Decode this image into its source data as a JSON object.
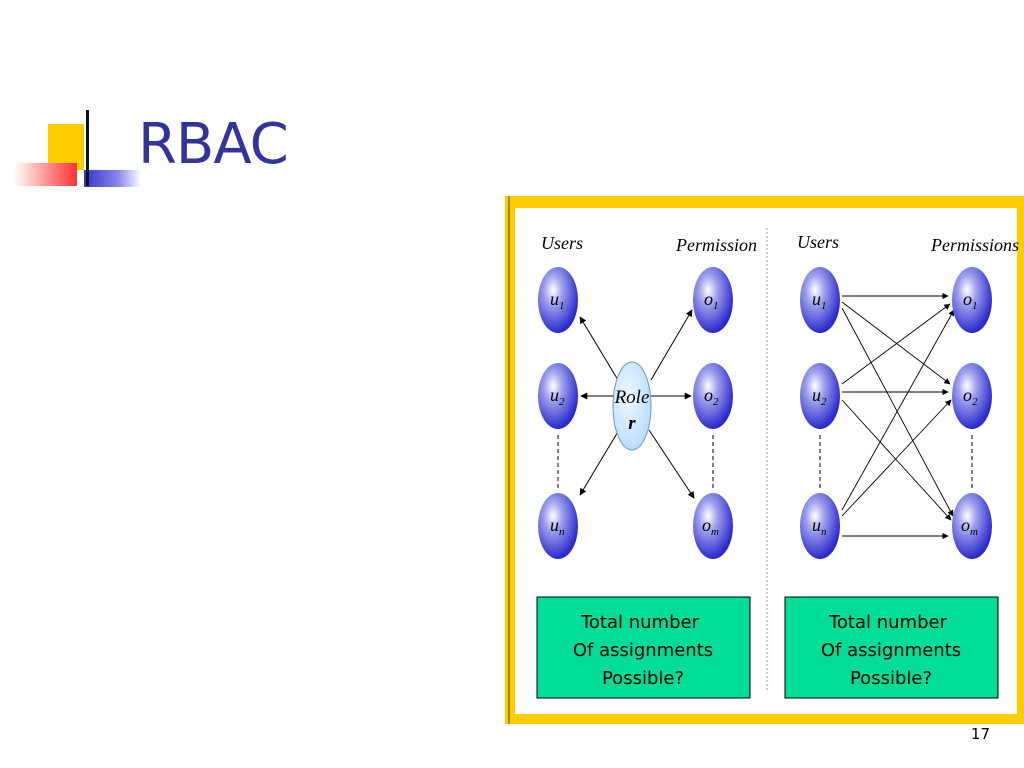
{
  "slide": {
    "title": "RBAC",
    "page_number": "17"
  },
  "colors": {
    "title": "#333399",
    "frame": "#ffcc00",
    "answer_box": "#00dd99",
    "node": "#3333cc",
    "role": "#cde8ff"
  },
  "left_panel": {
    "users_header": "Users",
    "permissions_header": "Permission",
    "users": [
      {
        "base": "u",
        "sub": "1"
      },
      {
        "base": "u",
        "sub": "2"
      },
      {
        "base": "u",
        "sub": "n"
      }
    ],
    "permissions": [
      {
        "base": "o",
        "sub": "1"
      },
      {
        "base": "o",
        "sub": "2"
      },
      {
        "base": "o",
        "sub": "m"
      }
    ],
    "role": {
      "label": "Role",
      "symbol": "r"
    },
    "box_lines": [
      "Total number",
      "Of assignments",
      "Possible?"
    ]
  },
  "right_panel": {
    "users_header": "Users",
    "permissions_header": "Permissions",
    "users": [
      {
        "base": "u",
        "sub": "1"
      },
      {
        "base": "u",
        "sub": "2"
      },
      {
        "base": "u",
        "sub": "n"
      }
    ],
    "permissions": [
      {
        "base": "o",
        "sub": "1"
      },
      {
        "base": "o",
        "sub": "2"
      },
      {
        "base": "o",
        "sub": "m"
      }
    ],
    "box_lines": [
      "Total number",
      "Of assignments",
      "Possible?"
    ]
  }
}
